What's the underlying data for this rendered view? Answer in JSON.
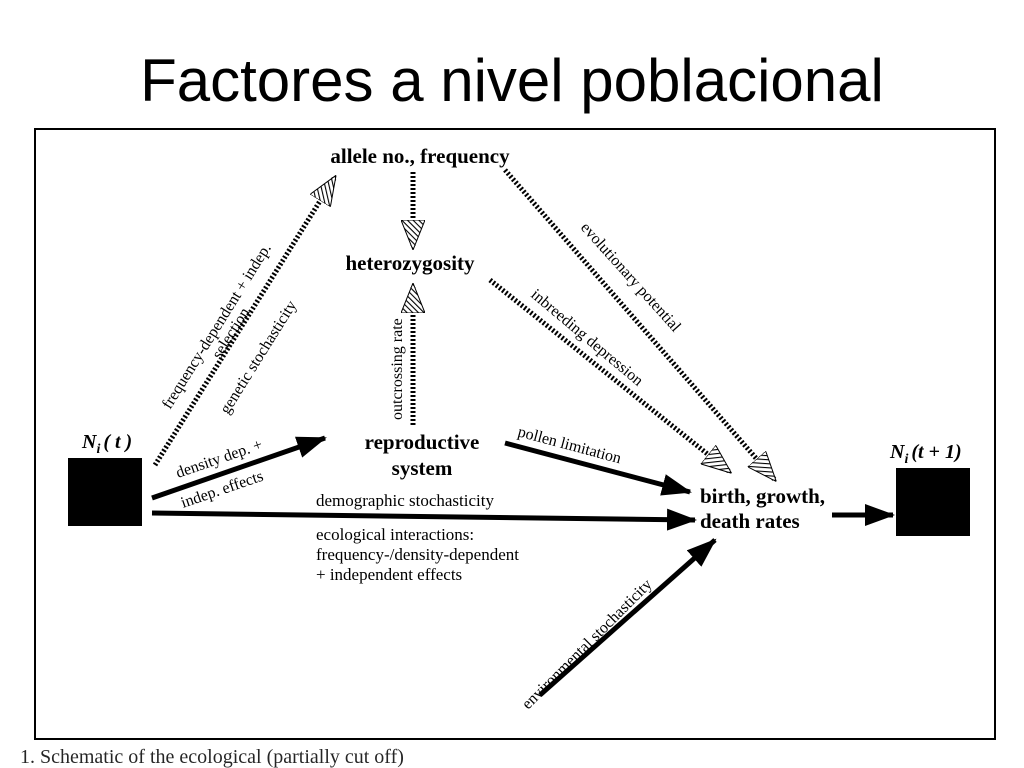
{
  "slide": {
    "title": "Factores a nivel poblacional"
  },
  "nodes": {
    "allele": "allele no., frequency",
    "heterozygosity": "heterozygosity",
    "reproductive_line1": "reproductive",
    "reproductive_line2": "system",
    "rates_line1": "birth, growth,",
    "rates_line2": "death rates",
    "population_t": "N",
    "population_t_sub": "i",
    "population_t_arg": "( t )",
    "population_t1": "N",
    "population_t1_sub": "i",
    "population_t1_arg": "(t + 1)"
  },
  "edges": {
    "freq_dep_line1": "frequency-dependent + indep.",
    "freq_dep_line2": "selection",
    "genetic_stochasticity": "genetic stochasticity",
    "outcrossing": "outcrossing rate",
    "evolutionary": "evolutionary potential",
    "inbreeding": "inbreeding depression",
    "pollen": "pollen limitation",
    "density_line1": "density dep. +",
    "density_line2": "indep. effects",
    "demographic": "demographic stochasticity",
    "ecological_line1": "ecological interactions:",
    "ecological_line2": "frequency-/density-dependent",
    "ecological_line3": "+ independent effects",
    "environmental": "environmental stochasticity"
  },
  "caption": "1.   Schematic of the ecological   (partially cut off)"
}
